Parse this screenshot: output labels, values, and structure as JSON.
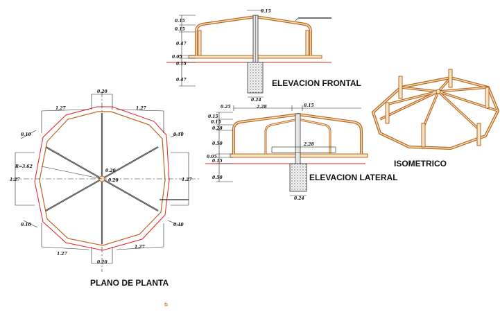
{
  "colors": {
    "background": "#ffffff",
    "frame": "#b8661a",
    "frame_fill": "#f4e3c5",
    "red": "#e02020",
    "dim": "#222222"
  },
  "titles": {
    "plan": "PLANO  DE PLANTA",
    "front": "ELEVACION FRONTAL",
    "side": "ELEVACION LATERAL",
    "iso": "ISOMETRICO"
  },
  "plan_dims": {
    "top": "0.20",
    "top_left": "1.27",
    "top_right": "1.27",
    "left": "1.27",
    "right": "1.27",
    "bottom_left": "1.27",
    "bottom_right": "1.27",
    "bottom": "0.20",
    "diag_ul": "0.10",
    "diag_ur": "0.10",
    "diag_ll": "0.10",
    "diag_lr": "0.10",
    "radius": "R=3.62",
    "center_a": "0.20",
    "center_b": "0.20"
  },
  "front_dims": {
    "top": "0.15",
    "v1": "0.15",
    "v2": "0.15",
    "v3": "0.47",
    "v4": "0.05",
    "v5": "0.15",
    "v6": "0.47",
    "base": "0.24"
  },
  "side_dims": {
    "top_left": "0.25",
    "top_mid": "2.28",
    "top_right": "0.15",
    "v1": "0.15",
    "v2": "0.15",
    "v3": "0.28",
    "v4": "0.50",
    "v5": "0.05",
    "v6": "0.15",
    "inner": "2.28",
    "v7": "0.50",
    "base": "0.24"
  }
}
